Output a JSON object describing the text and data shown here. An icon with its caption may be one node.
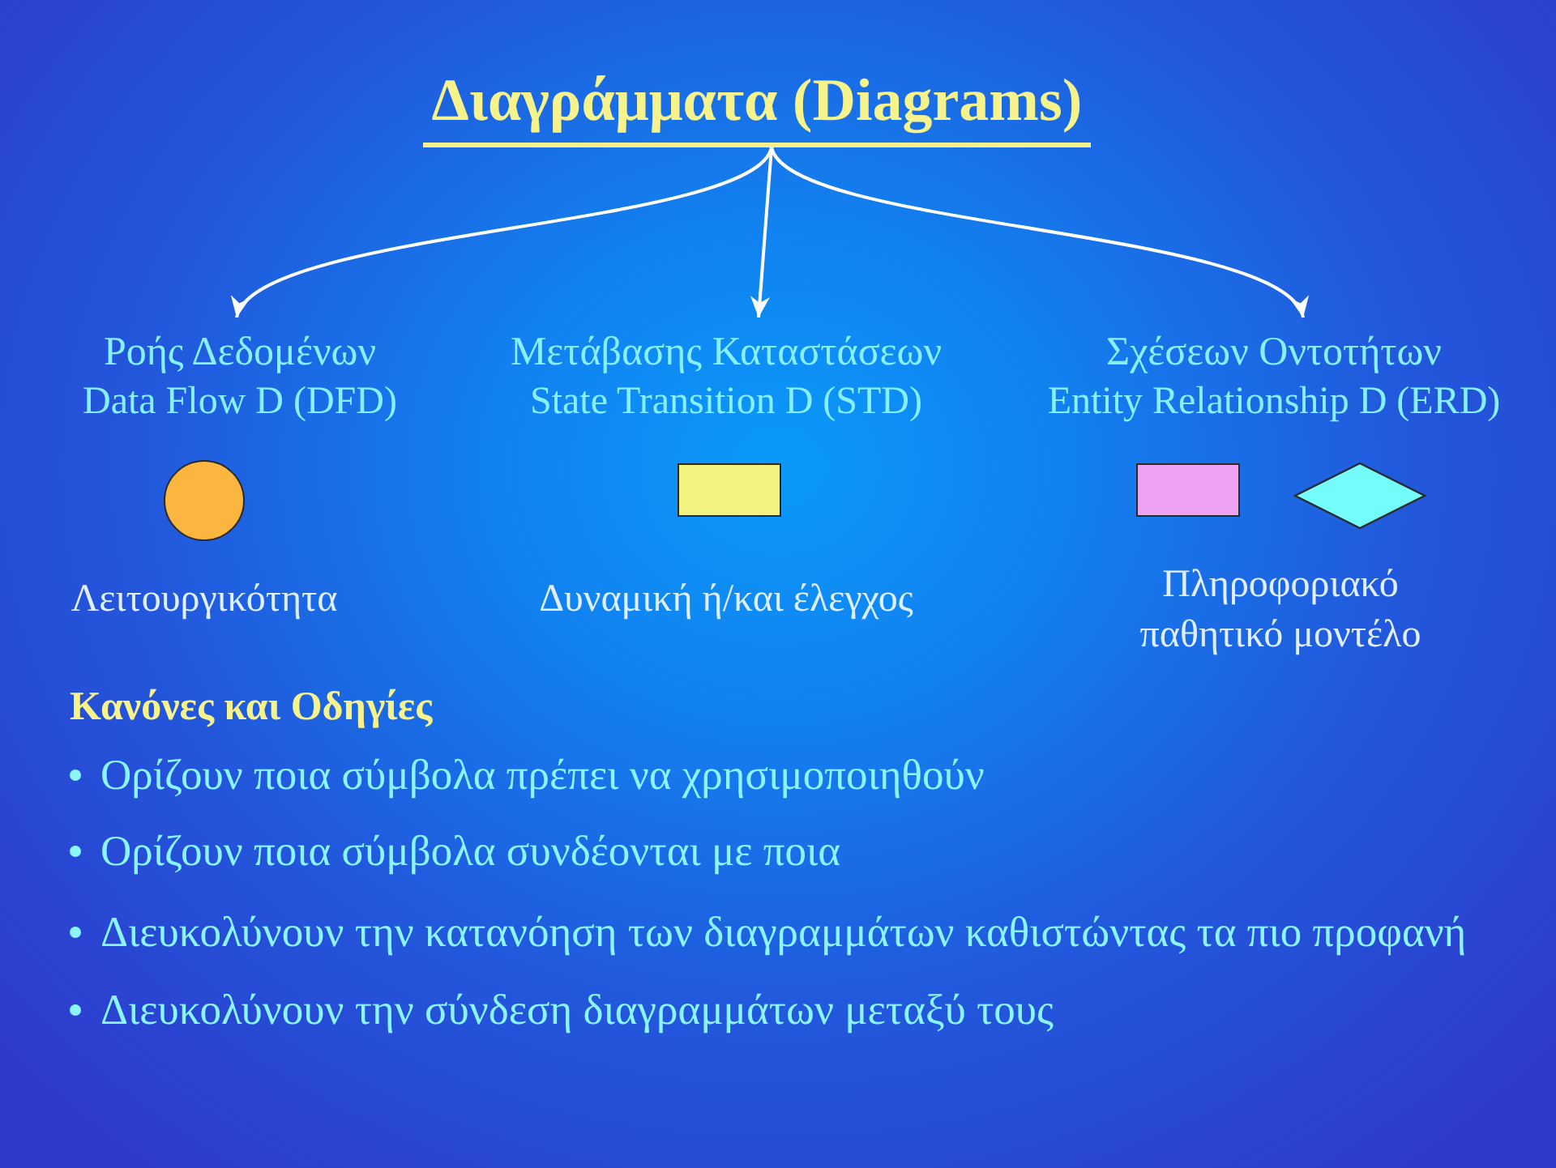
{
  "diagram": {
    "nodes": [
      {
        "text": [
          "Διαγράμματα (Diagrams)"
        ]
      },
      {
        "text": [
          "Ροής Δεδομένων",
          "Data Flow D (DFD)"
        ]
      },
      {
        "text": [
          "Μετάβασης Καταστάσεων",
          "State Transition D (STD)"
        ]
      },
      {
        "text": [
          "Σχέσεων Οντοτήτων",
          "Entity Relationship D (ERD)"
        ]
      },
      {
        "text": [],
        "shape": "circle"
      },
      {
        "text": [],
        "shape": "box"
      },
      {
        "text": [],
        "shape": "box"
      },
      {
        "text": [],
        "shape": "diamond"
      }
    ],
    "edges": [
      {
        "from": 0,
        "to": 1,
        "arrow": "to"
      },
      {
        "from": 0,
        "to": 2,
        "arrow": "to"
      },
      {
        "from": 0,
        "to": 3,
        "arrow": "to"
      }
    ],
    "labels": [
      "Λειτουργικότητα",
      "Δυναμική ή/και έλεγχος",
      "Πληροφοριακό παθητικό μοντέλο",
      "Κανόνες και Οδηγίες",
      "Ορίζουν ποια σύμβολα πρέπει να χρησιμοποιηθούν",
      "Ορίζουν ποια σύμβολα συνδέονται με ποια",
      "Διευκολύνουν την κατανόηση των διαγραμμάτων καθιστώντας τα πιο προφανή",
      "Διευκολύνουν την σύνδεση διαγραμμάτων μεταξύ τους"
    ]
  }
}
